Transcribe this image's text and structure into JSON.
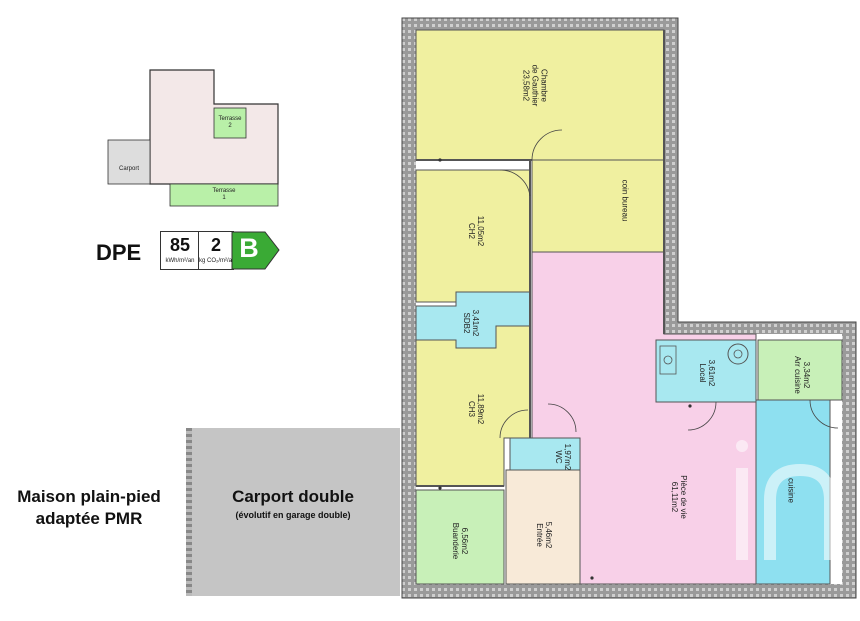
{
  "title": {
    "line1": "Maison plain-pied",
    "line2": "adaptée PMR"
  },
  "carport": {
    "title": "Carport double",
    "subtitle": "(évolutif en garage double)"
  },
  "dpe": {
    "label": "DPE",
    "energy_value": "85",
    "energy_unit": "kWh/m²/an",
    "ghg_value": "2",
    "ghg_unit": "kg CO₂/m²/an",
    "class": "B",
    "class_color": "#3aaa35"
  },
  "mini_plan": {
    "terrasse2": "Terrasse\n2",
    "terrasse1": "Terrasse\n1",
    "carport": "Carport",
    "terrace_color": "#b9f0a8"
  },
  "rooms": {
    "chambre": {
      "line1": "Chambre",
      "line2": "de Gauthier",
      "area": "23,58m2"
    },
    "coin_bureau": {
      "name": "coin bureau"
    },
    "ch2": {
      "area": "11,05m2",
      "name": "CH2"
    },
    "sdb2": {
      "area": "3,41m2",
      "name": "SDB2"
    },
    "ch3": {
      "area": "11,89m2",
      "name": "CH3"
    },
    "wc": {
      "area": "1,97m2",
      "name": "WC"
    },
    "local": {
      "area": "3,61m2",
      "name": "Local"
    },
    "arr_cuisine": {
      "area": "3,34m2",
      "name": "Arr cuisine"
    },
    "cuisine": {
      "name": "cuisine"
    },
    "piece_de_vie": {
      "name": "Pièce de vie",
      "area": "61,11m2"
    },
    "buanderie": {
      "area": "6,56m2",
      "name": "Buanderie"
    },
    "entree": {
      "area": "5,46m2",
      "name": "Entrée"
    }
  },
  "colors": {
    "bedroom": "#f0f0a0",
    "living": "#f8d0e8",
    "wet": "#a8e8f0",
    "utility": "#c8f0b8",
    "entry": "#f8ead8",
    "kitchen": "#8ee0f0",
    "wall": "#777777"
  }
}
